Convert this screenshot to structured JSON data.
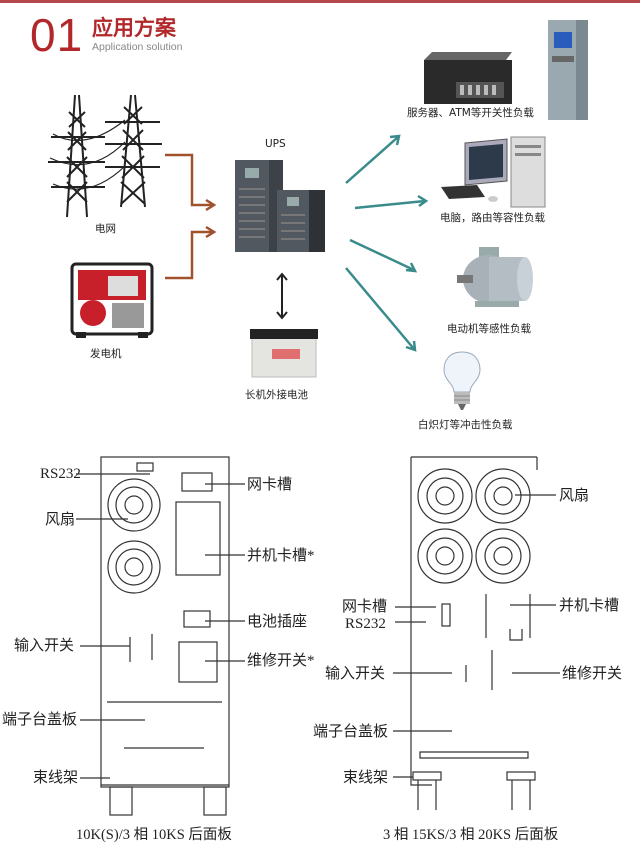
{
  "header": {
    "number": "01",
    "title": "应用方案",
    "subtitle": "Application solution",
    "accent_color": "#b2282a"
  },
  "sources": {
    "grid_label": "电网",
    "generator_label": "发电机"
  },
  "ups": {
    "label": "UPS",
    "battery_label": "长机外接电池"
  },
  "loads": [
    {
      "label": "服务器、ATM等开关性负载",
      "icon": "server-atm-icon"
    },
    {
      "label": "电脑，路由等容性负载",
      "icon": "computer-icon"
    },
    {
      "label": "电动机等感性负载",
      "icon": "motor-icon"
    },
    {
      "label": "白炽灯等冲击性负载",
      "icon": "lightbulb-icon"
    }
  ],
  "arrow_colors": {
    "input": "#a0522d",
    "output": "#3a8b8b"
  },
  "panel_left": {
    "caption": "10K(S)/3 相 10KS 后面板",
    "labels_left": [
      "RS232",
      "风扇",
      "输入开关",
      "端子台盖板",
      "束线架"
    ],
    "labels_right": [
      "网卡槽",
      "并机卡槽*",
      "电池插座",
      "维修开关*"
    ]
  },
  "panel_right": {
    "caption": "3 相 15KS/3 相 20KS 后面板",
    "labels_left": [
      "网卡槽",
      "RS232",
      "输入开关",
      "端子台盖板",
      "束线架"
    ],
    "labels_right": [
      "风扇",
      "并机卡槽",
      "维修开关"
    ]
  }
}
